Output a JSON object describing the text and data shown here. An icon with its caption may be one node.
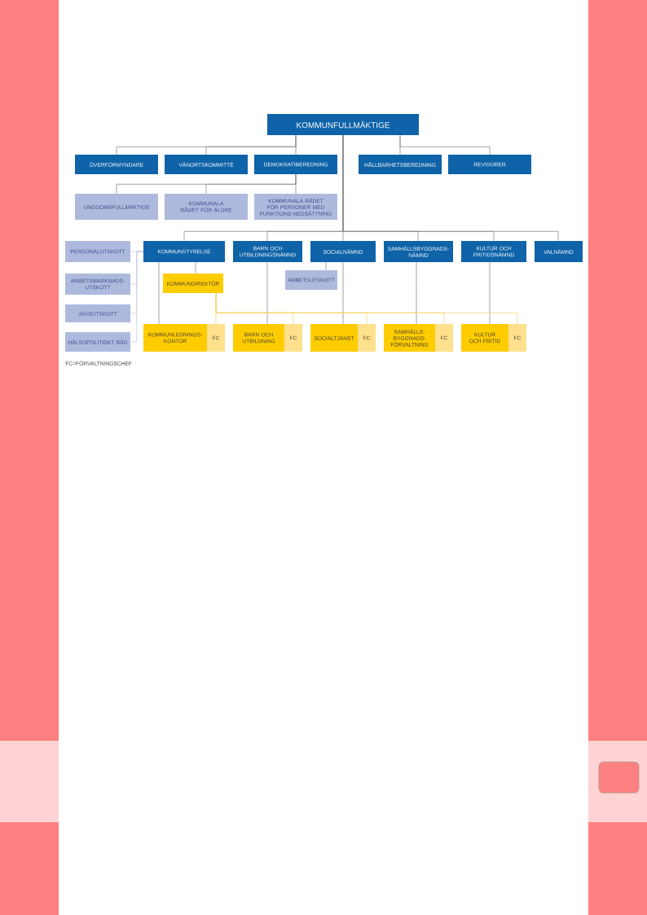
{
  "diagram": {
    "nodes": [
      {
        "text": [
          "KOMMUNFULLMÄKTIGE"
        ]
      },
      {
        "text": [
          "ÖVERFÖRMYNDARE"
        ]
      },
      {
        "text": [
          "VÄNORTSKOMMITTÉ"
        ]
      },
      {
        "text": [
          "DEMOKRATIBEREDNING"
        ]
      },
      {
        "text": [
          "HÅLLBARHETSBEREDNING"
        ]
      },
      {
        "text": [
          "REVISORER"
        ]
      },
      {
        "text": [
          "UNGDOMSFULLMÄKTIGE"
        ]
      },
      {
        "text": [
          "KOMMUNALA RÅDET FÖR ÄLDRE"
        ]
      },
      {
        "text": [
          "KOMMUNALA RÅDET FÖR PERSONER MED FUNKTIONS-NEDSÄTTNING"
        ]
      },
      {
        "text": [
          "PERSONALUTSKOTT"
        ]
      },
      {
        "text": [
          "KOMMUNSTYRELSE"
        ]
      },
      {
        "text": [
          "BARN OCH UTBILDNINGSNÄMND"
        ]
      },
      {
        "text": [
          "SOCIALNÄMND"
        ]
      },
      {
        "text": [
          "SAMHÄLLSBYGGNADS-NÄMND"
        ]
      },
      {
        "text": [
          "KULTUR OCH FRITIDSNÄMND"
        ]
      },
      {
        "text": [
          "VALNÄMND"
        ]
      },
      {
        "text": [
          "ARBETSMARKNADS-UTSKOTT"
        ]
      },
      {
        "text": [
          "KOMMUNDIREKTÖR"
        ]
      },
      {
        "text": [
          "ARBETSUTSKOTT"
        ]
      },
      {
        "text": [
          "JÄVSUTSKOTT"
        ]
      },
      {
        "text": [
          "HÄLSOPOLITISKT RÅD"
        ]
      },
      {
        "text": [
          "KOMMUNLEDNINGS-KONTOR"
        ]
      },
      {
        "text": [
          "FC"
        ]
      },
      {
        "text": [
          "BARN OCH UTBILDNING"
        ]
      },
      {
        "text": [
          "FC"
        ]
      },
      {
        "text": [
          "SOCIALTJÄNST"
        ]
      },
      {
        "text": [
          "FC"
        ]
      },
      {
        "text": [
          "SAMHÄLLS-BYGGNADS-FÖRVALTNING"
        ]
      },
      {
        "text": [
          "FC"
        ]
      },
      {
        "text": [
          "KULTUR OCH FRITID"
        ]
      },
      {
        "text": [
          "FC"
        ]
      }
    ],
    "edges": [
      {
        "from": 0,
        "to": 1,
        "arrow": "none"
      },
      {
        "from": 0,
        "to": 2,
        "arrow": "none"
      },
      {
        "from": 0,
        "to": 3,
        "arrow": "none"
      },
      {
        "from": 0,
        "to": 4,
        "arrow": "none"
      },
      {
        "from": 0,
        "to": 5,
        "arrow": "none"
      },
      {
        "from": 3,
        "to": 6,
        "arrow": "none"
      },
      {
        "from": 3,
        "to": 7,
        "arrow": "none"
      },
      {
        "from": 3,
        "to": 8,
        "arrow": "none"
      },
      {
        "from": 0,
        "to": 10,
        "arrow": "none"
      },
      {
        "from": 0,
        "to": 11,
        "arrow": "none"
      },
      {
        "from": 0,
        "to": 12,
        "arrow": "none"
      },
      {
        "from": 0,
        "to": 13,
        "arrow": "none"
      },
      {
        "from": 0,
        "to": 14,
        "arrow": "none"
      },
      {
        "from": 0,
        "to": 15,
        "arrow": "none"
      },
      {
        "from": 10,
        "to": 9,
        "arrow": "none",
        "color": "#c5cce4"
      },
      {
        "from": 10,
        "to": 16,
        "arrow": "none",
        "color": "#c5cce4"
      },
      {
        "from": 10,
        "to": 19,
        "arrow": "none",
        "color": "#c5cce4"
      },
      {
        "from": 10,
        "to": 20,
        "arrow": "none",
        "color": "#c5cce4"
      },
      {
        "from": 10,
        "to": 17,
        "arrow": "none"
      },
      {
        "from": 10,
        "to": 21,
        "arrow": "none"
      },
      {
        "from": 11,
        "to": 23,
        "arrow": "none"
      },
      {
        "from": 12,
        "to": 18,
        "arrow": "none"
      },
      {
        "from": 12,
        "to": 25,
        "arrow": "none"
      },
      {
        "from": 13,
        "to": 27,
        "arrow": "none"
      },
      {
        "from": 14,
        "to": 29,
        "arrow": "none"
      },
      {
        "from": 17,
        "to": 22,
        "arrow": "none",
        "color": "#f5d770"
      },
      {
        "from": 17,
        "to": 24,
        "arrow": "none",
        "color": "#f5d770"
      },
      {
        "from": 17,
        "to": 26,
        "arrow": "none",
        "color": "#f5d770"
      },
      {
        "from": 17,
        "to": 28,
        "arrow": "none",
        "color": "#f5d770"
      },
      {
        "from": 17,
        "to": 30,
        "arrow": "none",
        "color": "#f5d770"
      }
    ],
    "labels": [
      "FC=FÖRVALTNINGSCHEF"
    ]
  }
}
